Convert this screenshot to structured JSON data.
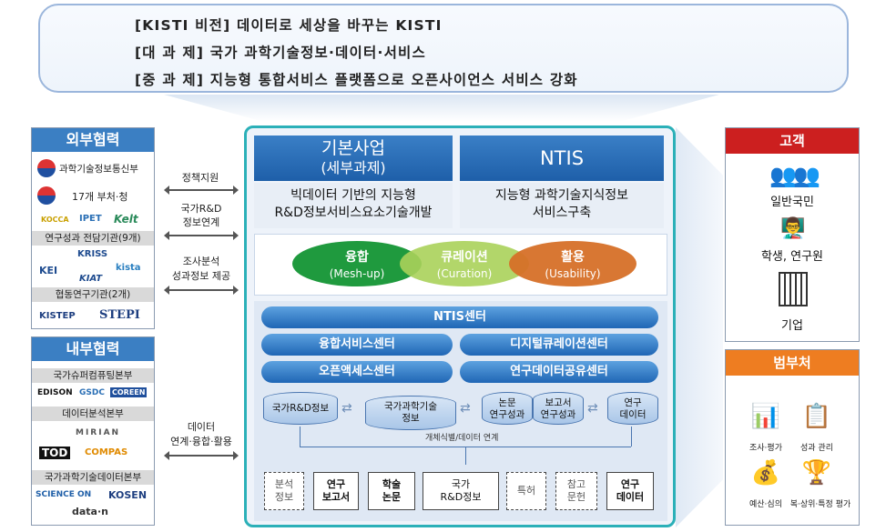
{
  "vision": {
    "line1": "[KISTI 비전] 데이터로 세상을 바꾸는 KISTI",
    "line2": "[대   과   제] 국가 과학기술정보·데이터·서비스",
    "line3": "[중   과   제] 지능형 통합서비스 플랫폼으로 오픈사이언스 서비스 강화"
  },
  "external": {
    "title": "외부협력",
    "org1": "과학기술정보통신부",
    "org2": "17개 부처·청",
    "logos1": [
      "KOCCA",
      "IPET",
      "Kelt"
    ],
    "band1": "연구성과 전담기관(9개)",
    "logos2": [
      "KEI",
      "KRISS",
      "kista",
      "KIAT"
    ],
    "band2": "협동연구기관(2개)",
    "logos3": [
      "KISTEP",
      "STEPI"
    ]
  },
  "internal": {
    "title": "내부협력",
    "band1": "국가슈퍼컴퓨팅본부",
    "logos1": [
      "EDISON",
      "GSDC",
      "COREEN"
    ],
    "band2": "데이터분석본부",
    "logos2": [
      "MIRIAN",
      "TOD",
      "COMPAS"
    ],
    "band3": "국가과학기술데이터본부",
    "logos3": [
      "SCIENCE ON",
      "KOSEN",
      "data·n"
    ]
  },
  "arrows": {
    "a1": "정책지원",
    "a2_1": "국가R&D",
    "a2_2": "정보연계",
    "a3_1": "조사분석",
    "a3_2": "성과정보 제공",
    "a4_1": "데이터",
    "a4_2": "연계·융합·활용"
  },
  "center": {
    "basic_title1": "기본사업",
    "basic_title2": "(세부과제)",
    "ntis_title": "NTIS",
    "basic_desc1": "빅데이터 기반의 지능형",
    "basic_desc2": "R&D정보서비스요소기술개발",
    "ntis_desc1": "지능형 과학기술지식정보",
    "ntis_desc2": "서비스구축",
    "ovals": [
      {
        "t": "융합",
        "s": "(Mesh-up)"
      },
      {
        "t": "큐레이션",
        "s": "(Curation)"
      },
      {
        "t": "활용",
        "s": "(Usability)"
      }
    ],
    "ntis_center": "NTIS센터",
    "centers": [
      "융합서비스센터",
      "디지털큐레이션센터",
      "오픈액세스센터",
      "연구데이터공유센터"
    ],
    "cyl1": "국가R&D정보",
    "cyl2_1": "국가과학기술",
    "cyl2_2": "정보",
    "cyl3_1": "논문",
    "cyl3_2": "연구성과",
    "cyl4_1": "보고서",
    "cyl4_2": "연구성과",
    "cyl5_1": "연구",
    "cyl5_2": "데이터",
    "link_label": "개체식별/데이터 연계",
    "dbs": [
      {
        "a": "분석",
        "b": "정보"
      },
      {
        "a": "연구",
        "b": "보고서"
      },
      {
        "a": "학술",
        "b": "논문"
      },
      {
        "a": "국가",
        "b": "R&D정보"
      },
      {
        "a": "특허",
        "b": ""
      },
      {
        "a": "참고",
        "b": "문헌"
      },
      {
        "a": "연구",
        "b": "데이터"
      }
    ]
  },
  "customer": {
    "title": "고객",
    "c1": "일반국민",
    "c2": "학생, 연구원",
    "c3": "기업"
  },
  "government": {
    "title": "범부처",
    "i1": "조사·평가",
    "i2": "성과 관리",
    "i3": "예산·심의",
    "i4": "복·상위·특정 평가"
  }
}
